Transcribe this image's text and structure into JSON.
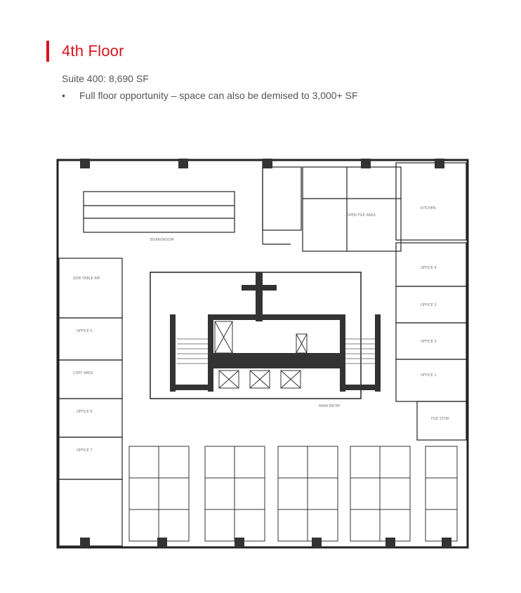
{
  "header": {
    "title": "4th Floor",
    "accent_color": "#d7141f"
  },
  "details": {
    "suite_line": "Suite 400: 8,690 SF",
    "bullets": [
      {
        "marker": "•",
        "text": "Full floor opportunity – space can also be demised to 3,000+ SF"
      }
    ]
  },
  "floor_plan": {
    "description": "Mirrored architectural floor plan of suite 400",
    "labels": {
      "boardroom": "BOARDROOM",
      "open_file": "OPEN FILE AREA",
      "kitchen": "KITCHEN",
      "office1": "OFFICE 1",
      "office2": "OFFICE 2",
      "office3": "OFFICE 3",
      "office4": "OFFICE 4",
      "office5": "OFFICE 5",
      "office6": "OFFICE 6",
      "office7": "OFFICE 7",
      "file_stor": "FILE STOR",
      "copy_area": "COPY AREA",
      "side_table": "SIDE TABLE RM",
      "main_entry": "MAIN ENTRY"
    }
  }
}
